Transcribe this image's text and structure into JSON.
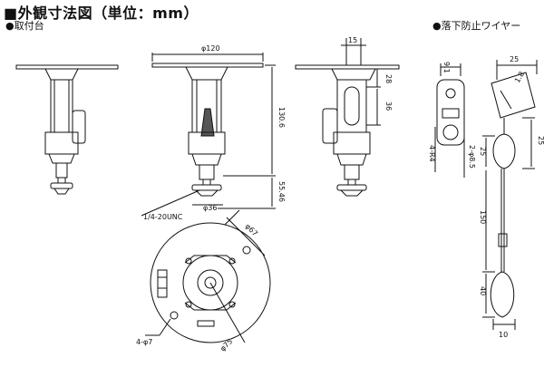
{
  "title": "■外観寸法図（単位：mm）",
  "sections": {
    "mount": "●取付台",
    "wire": "●落下防止ワイヤー"
  },
  "dims": {
    "d_top": "φ120",
    "d_15": "15",
    "d_28": "28",
    "d_36v": "36",
    "d_130": "130.6",
    "d_55": "55.46",
    "screw": "1/4-20UNC",
    "d_36": "φ36",
    "d_67": "φ67",
    "holes": "4-φ7",
    "d_75": "φ75",
    "w_91": "9.1",
    "w_hole": "4-R4",
    "w_2": "2-φ8.5",
    "w_25a": "25",
    "w_18": "1.8",
    "w_25b": "25",
    "w_25c": "25",
    "w_150": "150",
    "w_40": "40",
    "w_10": "10"
  },
  "colors": {
    "line": "#111111",
    "hatch": "#888888"
  }
}
